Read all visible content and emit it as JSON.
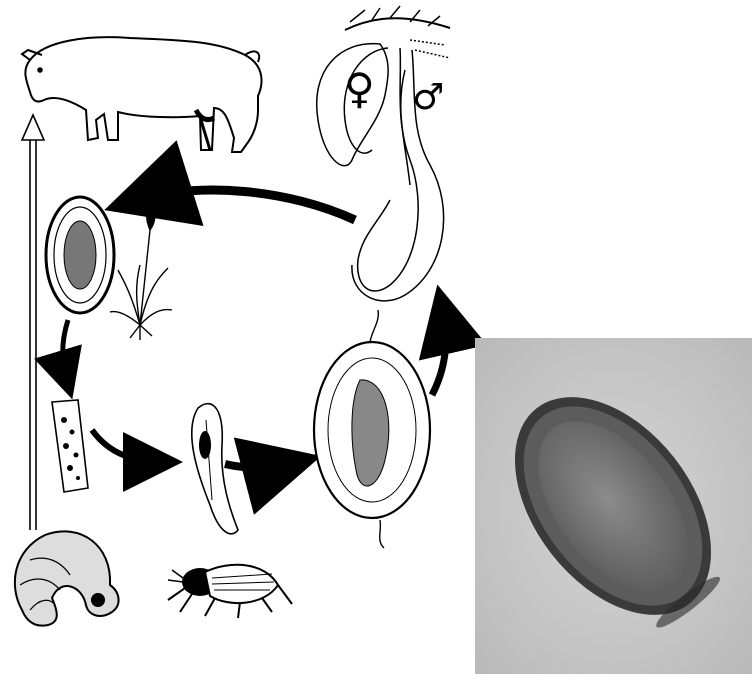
{
  "diagram": {
    "symbols": {
      "female": "♀",
      "male": "♂"
    },
    "stages": [
      "host-pig",
      "adult-worms-in-intestine",
      "egg-in-feces",
      "first-stage-larva",
      "infective-larva-in-beetle",
      "encysted-larva",
      "beetle-grub",
      "adult-beetle"
    ],
    "photo": {
      "subject": "egg-micrograph",
      "style": "grayscale"
    },
    "colors": {
      "ink": "#000000",
      "paper": "#ffffff",
      "photo_bg": "#c9c9c9",
      "egg_shell": "#3a3a3a",
      "egg_core": "#7a7a7a"
    }
  }
}
